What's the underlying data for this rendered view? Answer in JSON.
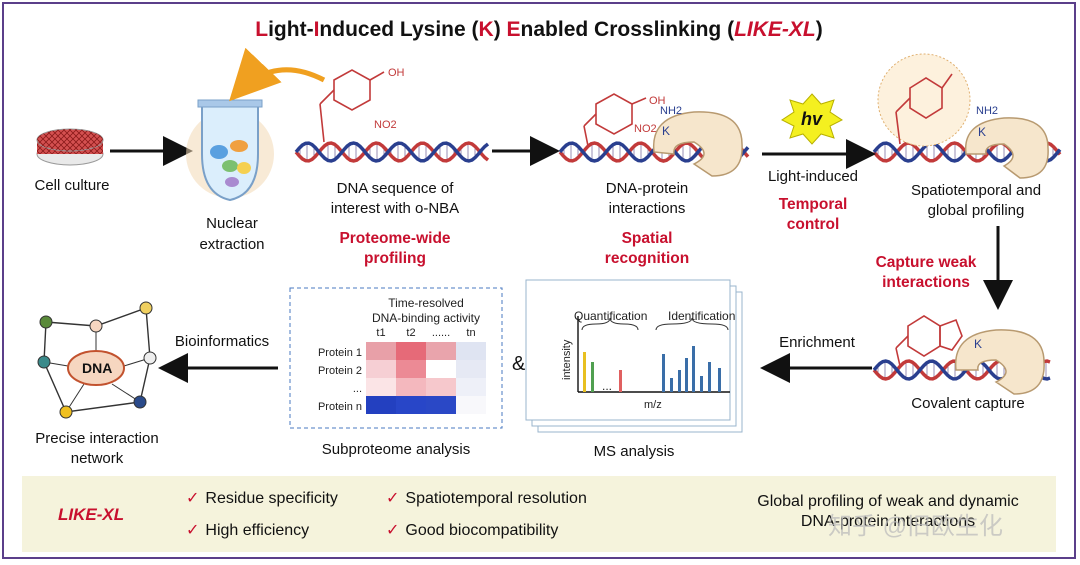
{
  "title": {
    "t1": "L",
    "t2": "ight-",
    "t3": "I",
    "t4": "nduced Lysine (",
    "t5": "K",
    "t6": ") ",
    "t7": "E",
    "t8": "nabled Crosslinking (",
    "t9": "LIKE-XL",
    "t10": ")"
  },
  "steps": {
    "cell_culture": "Cell culture",
    "nuclear_1": "Nuclear",
    "nuclear_2": "extraction",
    "dna_seq_1": "DNA sequence of",
    "dna_seq_2": "interest with o-NBA",
    "proteome_1": "Proteome-wide",
    "proteome_2": "profiling",
    "dna_prot_1": "DNA-protein",
    "dna_prot_2": "interactions",
    "spatial_1": "Spatial",
    "spatial_2": "recognition",
    "light_induced": "Light-induced",
    "temporal_1": "Temporal",
    "temporal_2": "control",
    "hv": "hv",
    "spatio_1": "Spatiotemporal and",
    "spatio_2": "global profiling",
    "capture_1": "Capture weak",
    "capture_2": "interactions",
    "covalent": "Covalent capture",
    "enrichment": "Enrichment",
    "ms_analysis": "MS analysis",
    "quantification": "Quantification",
    "identification": "Identification",
    "intensity": "intensity",
    "mz": "m/z",
    "dots": "...",
    "amp": "&",
    "sub_title_1": "Time-resolved",
    "sub_title_2": "DNA-binding activity",
    "t_cols": [
      "t1",
      "t2",
      "......",
      "tn"
    ],
    "proteins": [
      "Protein 1",
      "Protein 2",
      "...",
      "Protein n"
    ],
    "subproteome": "Subproteome analysis",
    "bioinformatics": "Bioinformatics",
    "dna_node": "DNA",
    "network_1": "Precise interaction",
    "network_2": "network",
    "nh2": "NH2",
    "k": "K",
    "oh": "OH",
    "no2": "NO2"
  },
  "bottom": {
    "label": "LIKE-XL",
    "checks": [
      "Residue specificity",
      "High efficiency",
      "Spatiotemporal resolution",
      "Good biocompatibility"
    ],
    "result_1": "Global profiling of weak and dynamic",
    "result_2": "DNA-protein interactions",
    "watermark": "知乎 @旧欧生化"
  },
  "colors": {
    "accent_red": "#c8102e",
    "dna_red": "#c23a3a",
    "dna_blue": "#2a3f8f",
    "protein": "#f6e6cc",
    "panel": "#f5f3dc",
    "arrow_orange": "#f0a020",
    "hv_yellow": "#f4f020"
  }
}
